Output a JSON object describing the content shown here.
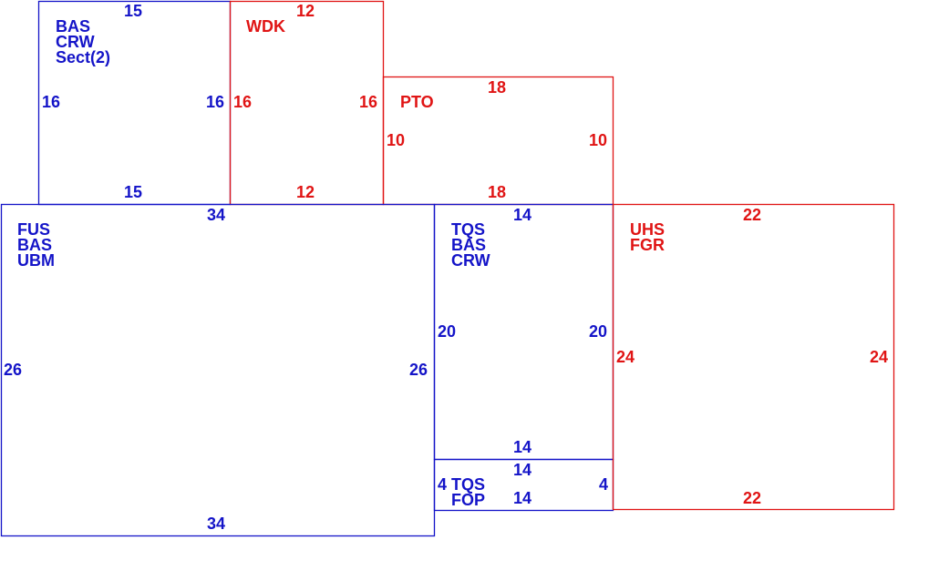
{
  "colors": {
    "existing": "#1414c8",
    "addition": "#e01414"
  },
  "rooms": [
    {
      "id": "bas-crw-sect2",
      "color": "existing",
      "codes": [
        "BAS",
        "CRW",
        "Sect(2)"
      ],
      "dims": {
        "top": "15",
        "bottom": "15",
        "left": "16",
        "right": "16"
      }
    },
    {
      "id": "wdk",
      "color": "addition",
      "codes": [
        "WDK"
      ],
      "dims": {
        "top": "12",
        "bottom": "12",
        "left": "16",
        "right": "16"
      }
    },
    {
      "id": "pto",
      "color": "addition",
      "codes": [
        "PTO"
      ],
      "dims": {
        "top": "18",
        "bottom": "18",
        "left": "10",
        "right": "10"
      }
    },
    {
      "id": "fus-bas-ubm",
      "color": "existing",
      "codes": [
        "FUS",
        "BAS",
        "UBM"
      ],
      "dims": {
        "top": "34",
        "bottom": "34",
        "left": "26",
        "right": "26"
      }
    },
    {
      "id": "tqs-bas-crw",
      "color": "existing",
      "codes": [
        "TQS",
        "BAS",
        "CRW"
      ],
      "dims": {
        "top": "14",
        "bottom": "14",
        "left": "20",
        "right": "20"
      }
    },
    {
      "id": "tqs-fop",
      "color": "existing",
      "codes": [
        "TQS",
        "FOP"
      ],
      "dims": {
        "top": "14",
        "bottom": "14",
        "left": "4",
        "right": "4"
      }
    },
    {
      "id": "uhs-fgr",
      "color": "addition",
      "codes": [
        "UHS",
        "FGR"
      ],
      "dims": {
        "top": "22",
        "bottom": "22",
        "left": "24",
        "right": "24"
      }
    }
  ]
}
